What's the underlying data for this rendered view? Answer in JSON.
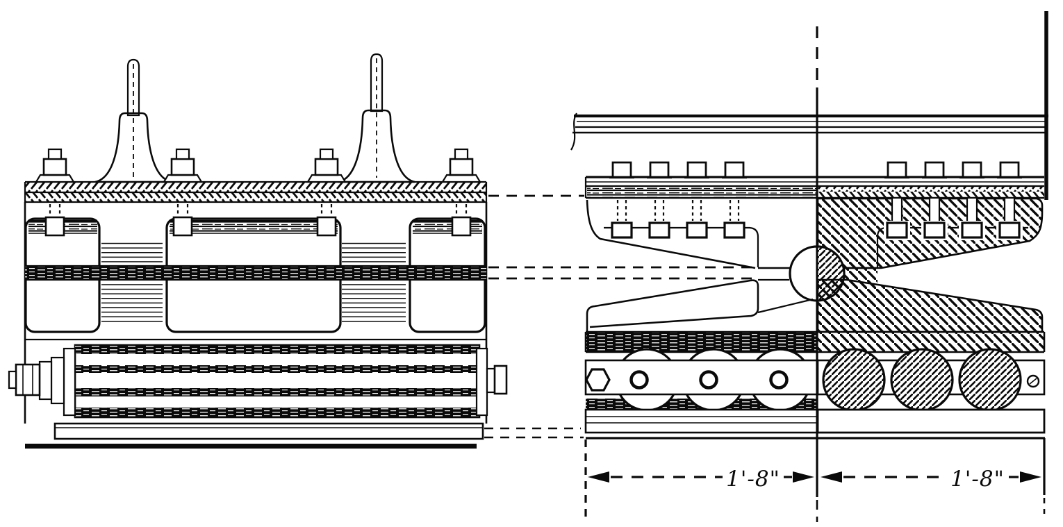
{
  "drawing": {
    "type": "engineering-drawing",
    "views": {
      "left": "roller-bearing-side-elevation",
      "right": "roller-bearing-half-cross-section"
    },
    "dimension_labels": {
      "left": "1'-8\"",
      "right": "1'-8\""
    },
    "colors": {
      "ink": "#0a0a0a",
      "paper": "#ffffff"
    }
  }
}
